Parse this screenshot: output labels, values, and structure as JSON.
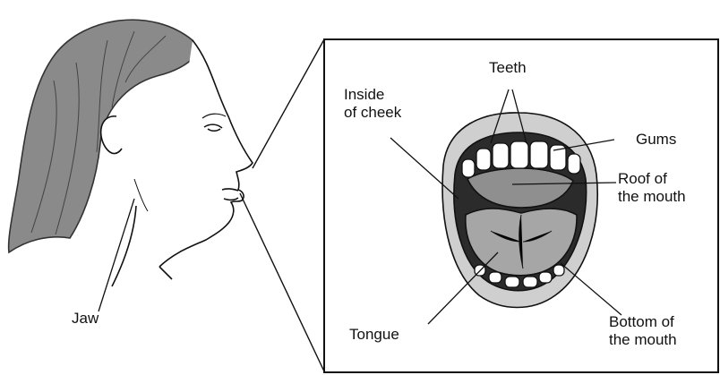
{
  "diagram": {
    "labels": {
      "teeth": "Teeth",
      "inside_cheek": "Inside\nof cheek",
      "gums": "Gums",
      "roof": "Roof of\nthe mouth",
      "jaw": "Jaw",
      "tongue": "Tongue",
      "bottom": "Bottom of\nthe mouth"
    },
    "colors": {
      "ink": "#111111",
      "hair": "#6b6b6b",
      "mouth_dark": "#2b2b2b",
      "tongue": "#9a9a9a"
    }
  }
}
